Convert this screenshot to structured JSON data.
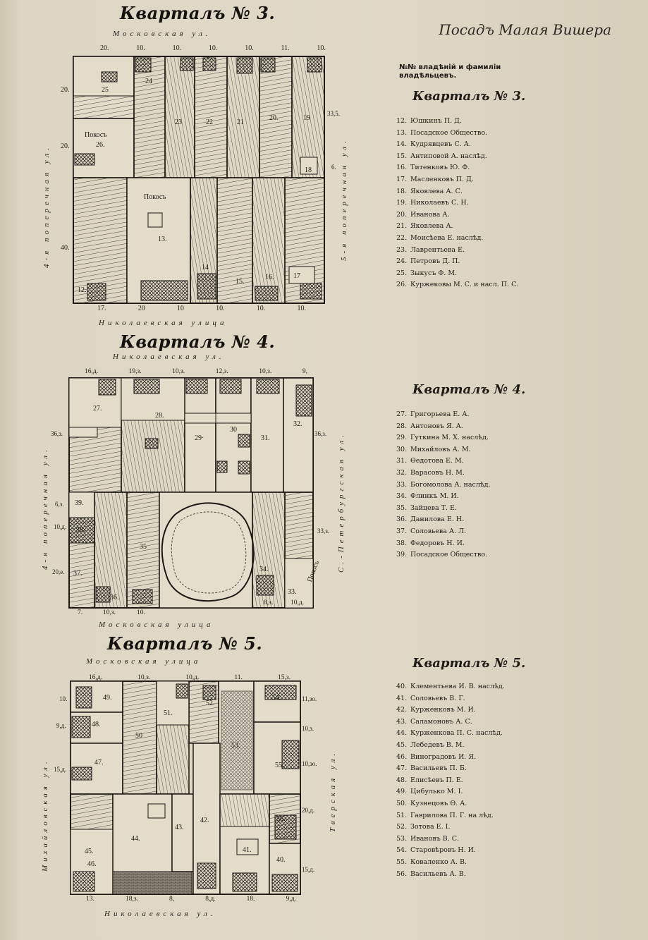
{
  "header": {
    "place": "Посадъ Малая Вишера"
  },
  "legend_heading": "№№ владѣній и фамиліи владѣльцевъ.",
  "blocks": [
    {
      "title": "Кварталъ № 3.",
      "list_title": "Кварталъ № 3.",
      "streets": {
        "top": "Московская ул.",
        "bottom": "Николаевская улица",
        "left": "4-я поперечная ул.",
        "right": "5-я поперечная ул."
      },
      "top_dims": [
        "20.",
        "10.",
        "10.",
        "10.",
        "10.",
        "11.",
        "10."
      ],
      "bottom_dims": [
        "17.",
        "20",
        "10",
        "10.",
        "10.",
        "10."
      ],
      "side_dims": [
        "20.",
        "20.",
        "40.",
        "33,5.",
        "6."
      ],
      "labels": {
        "pokos_26": "Покосъ",
        "pokos_13": "Покосъ"
      },
      "owners": [
        {
          "n": "12.",
          "name": "Юшкинъ П. Д."
        },
        {
          "n": "13.",
          "name": "Посадское Общество."
        },
        {
          "n": "14.",
          "name": "Кудрявцевъ С. А."
        },
        {
          "n": "15.",
          "name": "Антиповой А. наслѣд."
        },
        {
          "n": "16.",
          "name": "Титенковъ Ю. Ф."
        },
        {
          "n": "17.",
          "name": "Масленковъ П. Д."
        },
        {
          "n": "18.",
          "name": "Яковлева А. С."
        },
        {
          "n": "19.",
          "name": "Николаевъ С. Н."
        },
        {
          "n": "20.",
          "name": "Иванова А."
        },
        {
          "n": "21.",
          "name": "Яковлева А."
        },
        {
          "n": "22.",
          "name": "Моисѣева Е. наслѣд."
        },
        {
          "n": "23.",
          "name": "Лаврентьева Е."
        },
        {
          "n": "24.",
          "name": "Петровъ Д. П."
        },
        {
          "n": "25.",
          "name": "Зыкусъ Ф. М."
        },
        {
          "n": "26.",
          "name": "Куржековы М. С. и насл. П. С."
        }
      ]
    },
    {
      "title": "Кварталъ № 4.",
      "list_title": "Кварталъ № 4.",
      "streets": {
        "top": "Николаевская ул.",
        "bottom": "Московская улица",
        "left": "4-я поперечная ул.",
        "right": "С.-Петербургская ул."
      },
      "top_dims": [
        "16,д.",
        "19,з.",
        "10,з.",
        "12,з.",
        "10,з.",
        "9,"
      ],
      "bottom_dims": [
        "7.",
        "10,з.",
        "10.",
        "8,з.",
        "10,д."
      ],
      "side_dims": [
        "36,з.",
        "6,з.",
        "10,д.",
        "20,е.",
        "36,з.",
        "33,з."
      ],
      "labels": {
        "pokos_33": "Покосъ"
      },
      "owners": [
        {
          "n": "27.",
          "name": "Григорьева Е. А."
        },
        {
          "n": "28.",
          "name": "Антоновъ Я. А."
        },
        {
          "n": "29.",
          "name": "Гуткина М. Х. наслѣд."
        },
        {
          "n": "30.",
          "name": "Михайловъ А. М."
        },
        {
          "n": "31.",
          "name": "Ѳедотова Е. М."
        },
        {
          "n": "32.",
          "name": "Варасовъ Н. М."
        },
        {
          "n": "33.",
          "name": "Богомолова А. наслѣд."
        },
        {
          "n": "34.",
          "name": "Флинкъ М. И."
        },
        {
          "n": "35.",
          "name": "Зайцева Т. Е."
        },
        {
          "n": "36.",
          "name": "Данилова Е. Н."
        },
        {
          "n": "37.",
          "name": "Соловьева А. Л."
        },
        {
          "n": "38.",
          "name": "Федоровъ Н. И."
        },
        {
          "n": "39.",
          "name": "Посадское Общество."
        }
      ]
    },
    {
      "title": "Кварталъ № 5.",
      "list_title": "Кварталъ № 5.",
      "streets": {
        "top": "Московская улица",
        "bottom": "Николаевская ул.",
        "left": "Михайловская ул.",
        "right": "Тверская ул."
      },
      "top_dims": [
        "16,д.",
        "10,з.",
        "10,д.",
        "11.",
        "15,з."
      ],
      "bottom_dims": [
        "13.",
        "18,з.",
        "8,",
        "8,д.",
        "18.",
        "9,д."
      ],
      "side_dims": [
        "10.",
        "9,д.",
        "15,д.",
        "11,зо.",
        "10,з.",
        "10,зо.",
        "20,д.",
        "15,д."
      ],
      "owners": [
        {
          "n": "40.",
          "name": "Клементьева И. В. наслѣд."
        },
        {
          "n": "41.",
          "name": "Соловьевъ В. Г."
        },
        {
          "n": "42.",
          "name": "Курженковъ М. И."
        },
        {
          "n": "43.",
          "name": "Саламоновъ А. С."
        },
        {
          "n": "44.",
          "name": "Курженкова П. С. наслѣд."
        },
        {
          "n": "45.",
          "name": "Лебедевъ В. М."
        },
        {
          "n": "46.",
          "name": "Виноградовъ И. Я."
        },
        {
          "n": "47.",
          "name": "Васильевъ П. Б."
        },
        {
          "n": "48.",
          "name": "Елисѣевъ П. Е."
        },
        {
          "n": "49.",
          "name": "Цибулько М. І."
        },
        {
          "n": "50.",
          "name": "Кузнецовъ Ѳ. А."
        },
        {
          "n": "51.",
          "name": "Гаврилова П. Г. на лѣд."
        },
        {
          "n": "52.",
          "name": "Зотова Е. І."
        },
        {
          "n": "53.",
          "name": "Ивановъ В. С."
        },
        {
          "n": "54.",
          "name": "Старовѣровъ Н. И."
        },
        {
          "n": "55.",
          "name": "Коваленко А. В."
        },
        {
          "n": "56.",
          "name": "Васильевъ А. В."
        }
      ]
    }
  ],
  "colors": {
    "ink": "#1f1c17",
    "paper": "#dcd6c2",
    "hatch": "#4a4640"
  }
}
